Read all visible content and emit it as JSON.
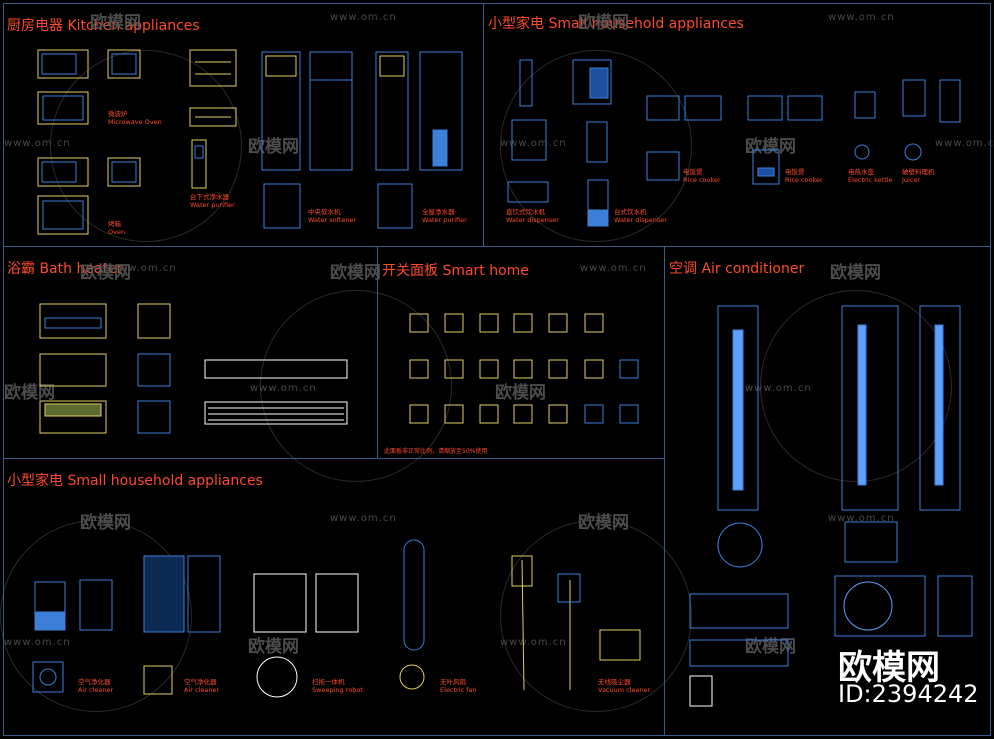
{
  "sections": {
    "kitchen": "厨房电器 Kitchen appliances",
    "small_top": "小型家电 Small household appliances",
    "bath": "浴霸 Bath heater",
    "smart": "开关面板 Smart home",
    "ac": "空调 Air conditioner",
    "small_bottom": "小型家电 Small household appliances"
  },
  "labels": {
    "microwave": "微波炉\nMicrowave Oven",
    "oven": "烤箱\nOven",
    "water_purifier_under": "台下式净水器\nWater purifier",
    "water_softener": "中央软水机\nWater softener",
    "water_purifier": "全屋净水器\nWater purifier",
    "water_dispenser_1": "直饮式饮水机\nWater dispenser",
    "water_dispenser_2": "台式饮水机\nWater dispenser",
    "rice_cooker_1": "电饭煲\nRice cooker",
    "rice_cooker_2": "电饭煲\nRice cooker",
    "kettle": "电热水壶\nElectric kettle",
    "juicer": "破壁料理机\nJuicer",
    "air_cleaner_1": "空气净化器\nAir cleaner",
    "air_cleaner_2": "空气净化器\nAir cleaner",
    "sweeping_robot": "扫拖一体机\nSweeping robot",
    "electric_fan": "无叶风扇\nElectric fan",
    "vacuum_cleaner": "无线吸尘器\nVacuum cleaner"
  },
  "smart_note": "此面板非正常比例，请缩放至50%使用",
  "watermarks": {
    "cn": "欧模网",
    "url": "www.om.cn"
  },
  "brand": {
    "name": "欧模网",
    "id": "ID:2394242"
  },
  "colors": {
    "title": "#ff4a2a",
    "line": "#3a5a8a",
    "cad_blue": "#3b7fd9",
    "cad_cyan": "#5fd0ff",
    "cad_yellow": "#e0d060"
  }
}
